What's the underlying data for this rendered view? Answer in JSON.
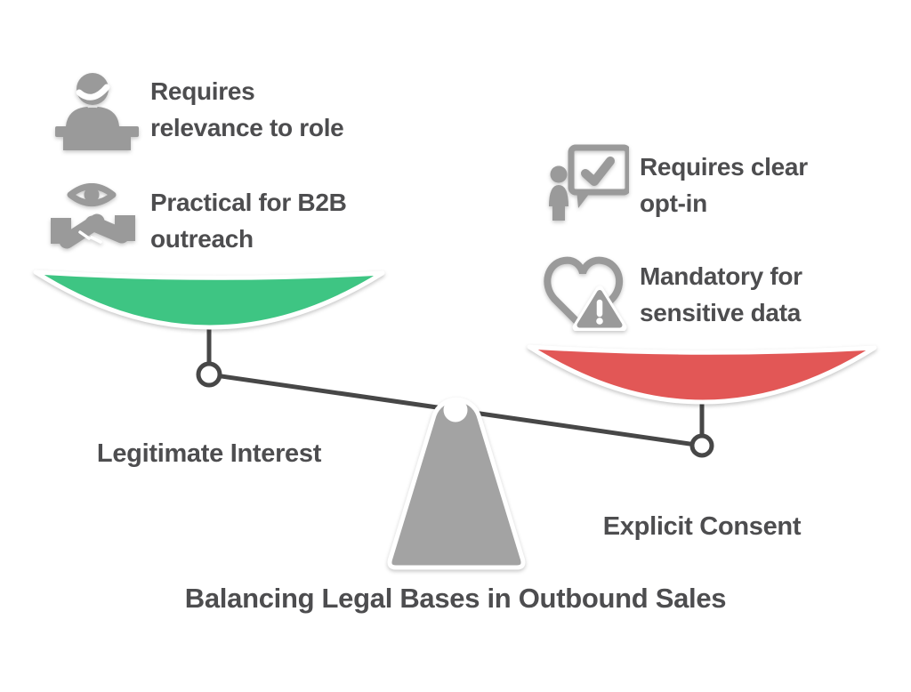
{
  "title": "Balancing Legal Bases in Outbound Sales",
  "colors": {
    "left_pan": "#3EC583",
    "right_pan": "#E25756",
    "icon_gray": "#9A9A9A",
    "text_gray": "#4D4D4F",
    "beam_gray": "#474747",
    "fulcrum_gray": "#A3A3A3",
    "background": "#FFFFFF"
  },
  "left_side": {
    "label": "Legitimate Interest",
    "items": [
      {
        "icon": "presenter-podium-icon",
        "text": "Requires\nrelevance to role"
      },
      {
        "icon": "eye-handshake-icon",
        "text": "Practical for B2B\noutreach"
      }
    ]
  },
  "right_side": {
    "label": "Explicit Consent",
    "items": [
      {
        "icon": "opt-in-checkbox-icon",
        "text": "Requires clear\nopt-in"
      },
      {
        "icon": "heart-warning-icon",
        "text": "Mandatory for\nsensitive data"
      }
    ]
  }
}
